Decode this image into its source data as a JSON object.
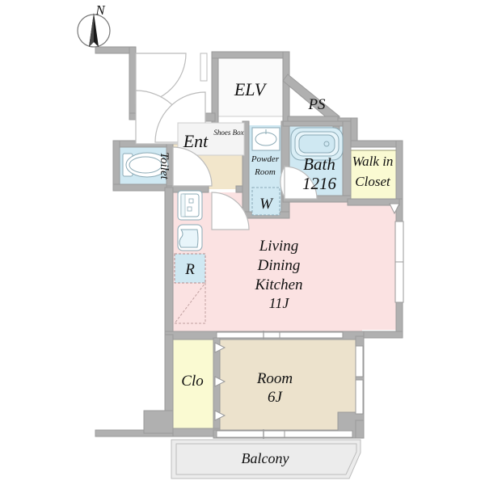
{
  "plan": {
    "title": "Apartment Floor Plan",
    "compass": {
      "label": "N",
      "name": "north-arrow"
    },
    "colors": {
      "wall": "#b0b0b0",
      "wall_line": "#8f8f8f",
      "living": "#fbe2e2",
      "room": "#ece2cc",
      "closet": "#fafad2",
      "water": "#cfe8f2",
      "entry": "#f2e6cb",
      "balcony": "#ececec",
      "elv": "#fafafa",
      "text": "#111111",
      "background": "#ffffff"
    },
    "rooms": [
      {
        "id": "elv",
        "label": "ELV",
        "type": "elevator",
        "fill": "elv"
      },
      {
        "id": "ps",
        "label": "PS",
        "type": "pipe-space",
        "fill": "elv"
      },
      {
        "id": "ent",
        "label": "Ent",
        "type": "entrance",
        "fill": "entry"
      },
      {
        "id": "shoes-box",
        "label": "Shoes Box",
        "type": "storage",
        "fill": "entry"
      },
      {
        "id": "toilet",
        "label": "Toilet",
        "type": "toilet",
        "fill": "water"
      },
      {
        "id": "powder-room",
        "label": "Powder Room",
        "type": "washroom",
        "fill": "water"
      },
      {
        "id": "washer",
        "label": "W",
        "type": "washer",
        "fill": "water"
      },
      {
        "id": "bath",
        "label": "Bath",
        "type": "bathroom",
        "fill": "water",
        "size": "1216"
      },
      {
        "id": "walk-in-closet",
        "label_line1": "Walk in",
        "label_line2": "Closet",
        "type": "closet",
        "fill": "closet"
      },
      {
        "id": "ldk",
        "label_line1": "Living",
        "label_line2": "Dining",
        "label_line3": "Kitchen",
        "label_line4": "11J",
        "type": "living-dining-kitchen",
        "fill": "living",
        "area": "11J"
      },
      {
        "id": "refrigerator",
        "label": "R",
        "type": "appliance",
        "fill": "water"
      },
      {
        "id": "clo",
        "label": "Clo",
        "type": "closet",
        "fill": "closet"
      },
      {
        "id": "room",
        "label_line1": "Room",
        "label_line2": "6J",
        "type": "bedroom",
        "fill": "room",
        "area": "6J"
      },
      {
        "id": "balcony",
        "label": "Balcony",
        "type": "balcony",
        "fill": "balcony"
      }
    ],
    "labels": {
      "elv": "ELV",
      "ps": "PS",
      "ent": "Ent",
      "shoes_box": "Shoes Box",
      "toilet": "Toilet",
      "powder_room_l1": "Powder",
      "powder_room_l2": "Room",
      "washer": "W",
      "bath": "Bath",
      "bath_size": "1216",
      "wic_l1": "Walk in",
      "wic_l2": "Closet",
      "ldk_l1": "Living",
      "ldk_l2": "Dining",
      "ldk_l3": "Kitchen",
      "ldk_l4": "11J",
      "refrigerator": "R",
      "clo": "Clo",
      "room_l1": "Room",
      "room_l2": "6J",
      "balcony": "Balcony",
      "north": "N"
    }
  }
}
